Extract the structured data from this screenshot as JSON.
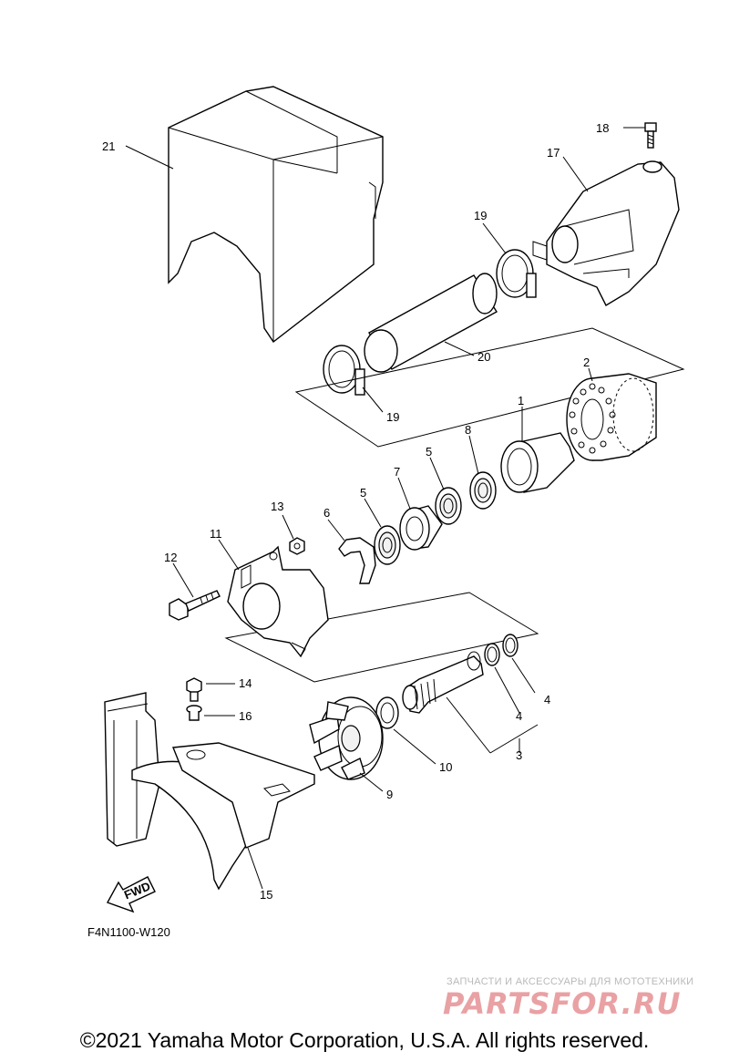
{
  "callouts": [
    "21",
    "18",
    "17",
    "19",
    "20",
    "19",
    "2",
    "1",
    "8",
    "5",
    "7",
    "5",
    "6",
    "13",
    "11",
    "12",
    "4",
    "4",
    "3",
    "14",
    "16",
    "10",
    "9",
    "15"
  ],
  "fwd_label": "FWD",
  "figure_code": "F4N1100-W120",
  "watermark": {
    "tagline": "ЗАПЧАСТИ И АКСЕССУАРЫ ДЛЯ МОТОТЕХНИКИ",
    "logo": "PARTSFOR.RU"
  },
  "copyright": "©2021 Yamaha Motor Corporation, U.S.A. All rights reserved.",
  "colors": {
    "line": "#000000",
    "watermark_logo": "#e9a1a4",
    "watermark_text": "#b9b9b9"
  }
}
